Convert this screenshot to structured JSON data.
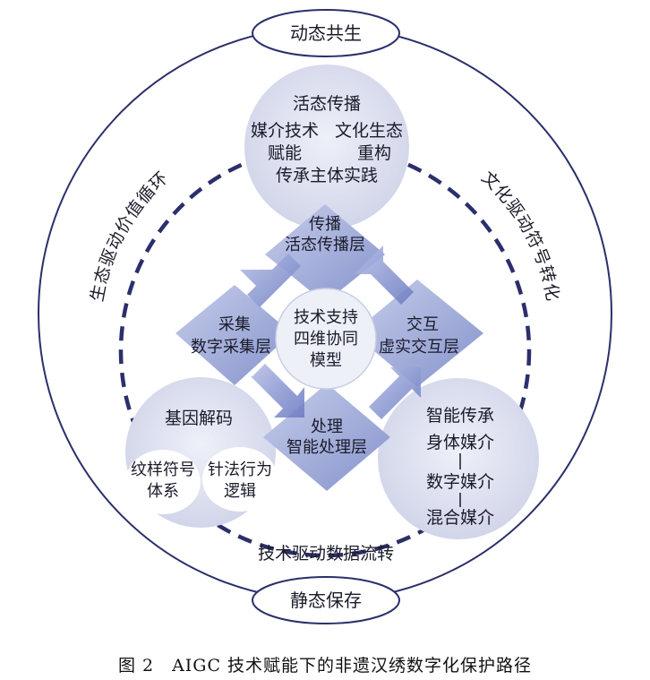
{
  "outer": {
    "top_label": "动态共生",
    "bottom_label": "静态保存",
    "left_arc_label": "生态驱动价值循环",
    "right_arc_label": "文化驱动符号转化",
    "bottom_arc_label": "技术驱动数据流转"
  },
  "top_circle": {
    "title": "活态传播",
    "left_line1": "媒介技术",
    "left_line2": "赋能",
    "right_line1": "文化生态",
    "right_line2": "重构",
    "bottom_line": "传承主体实践"
  },
  "left_circle": {
    "title": "基因解码",
    "sub_left_line1": "纹样符号",
    "sub_left_line2": "体系",
    "sub_right_line1": "针法行为",
    "sub_right_line2": "逻辑"
  },
  "right_circle": {
    "title": "智能传承",
    "line1": "身体媒介",
    "line2": "数字媒介",
    "line3": "混合媒介"
  },
  "center": {
    "line1": "技术支持",
    "line2": "四维协同",
    "line3": "模型"
  },
  "diamonds": {
    "top_line1": "传播",
    "top_line2": "活态传播层",
    "left_line1": "采集",
    "left_line2": "数字采集层",
    "right_line1": "交互",
    "right_line2": "虚实交互层",
    "bottom_line1": "处理",
    "bottom_line2": "智能处理层"
  },
  "caption": "图 2　AIGC 技术赋能下的非遗汉绣数字化保护路径",
  "colors": {
    "navy": "#2b2f6b",
    "circle_fill": "#d9dcec",
    "diamond_fill": "#8e9bcf",
    "diamond_light": "#c3cae6",
    "arrow_fill": "#7786c6"
  }
}
